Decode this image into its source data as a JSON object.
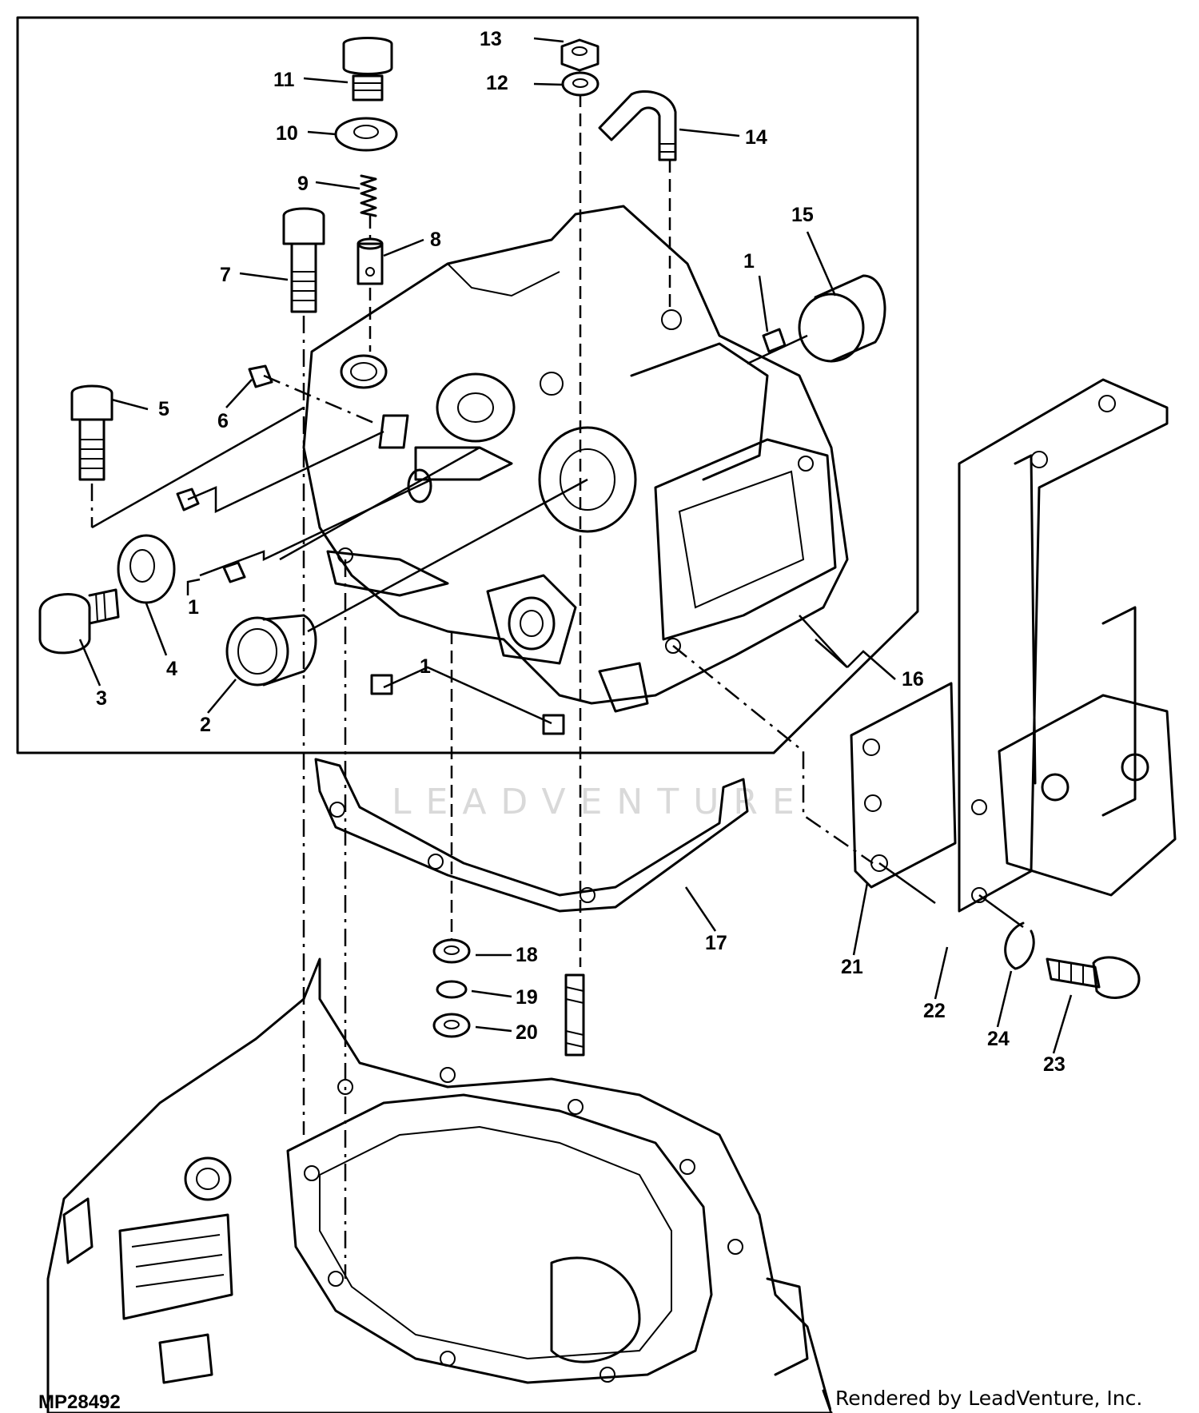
{
  "diagram": {
    "figure_id": "MP28492",
    "render_credit": "Rendered by LeadVenture, Inc.",
    "watermark": "LEADVENTURE",
    "callouts": {
      "c1a": "1",
      "c1b": "1",
      "c1c": "1",
      "c2": "2",
      "c3": "3",
      "c4": "4",
      "c5": "5",
      "c6": "6",
      "c7": "7",
      "c8": "8",
      "c9": "9",
      "c10": "10",
      "c11": "11",
      "c12": "12",
      "c13": "13",
      "c14": "14",
      "c15": "15",
      "c16": "16",
      "c17": "17",
      "c18": "18",
      "c19": "19",
      "c20": "20",
      "c21": "21",
      "c22": "22",
      "c23": "23",
      "c24": "24"
    }
  }
}
